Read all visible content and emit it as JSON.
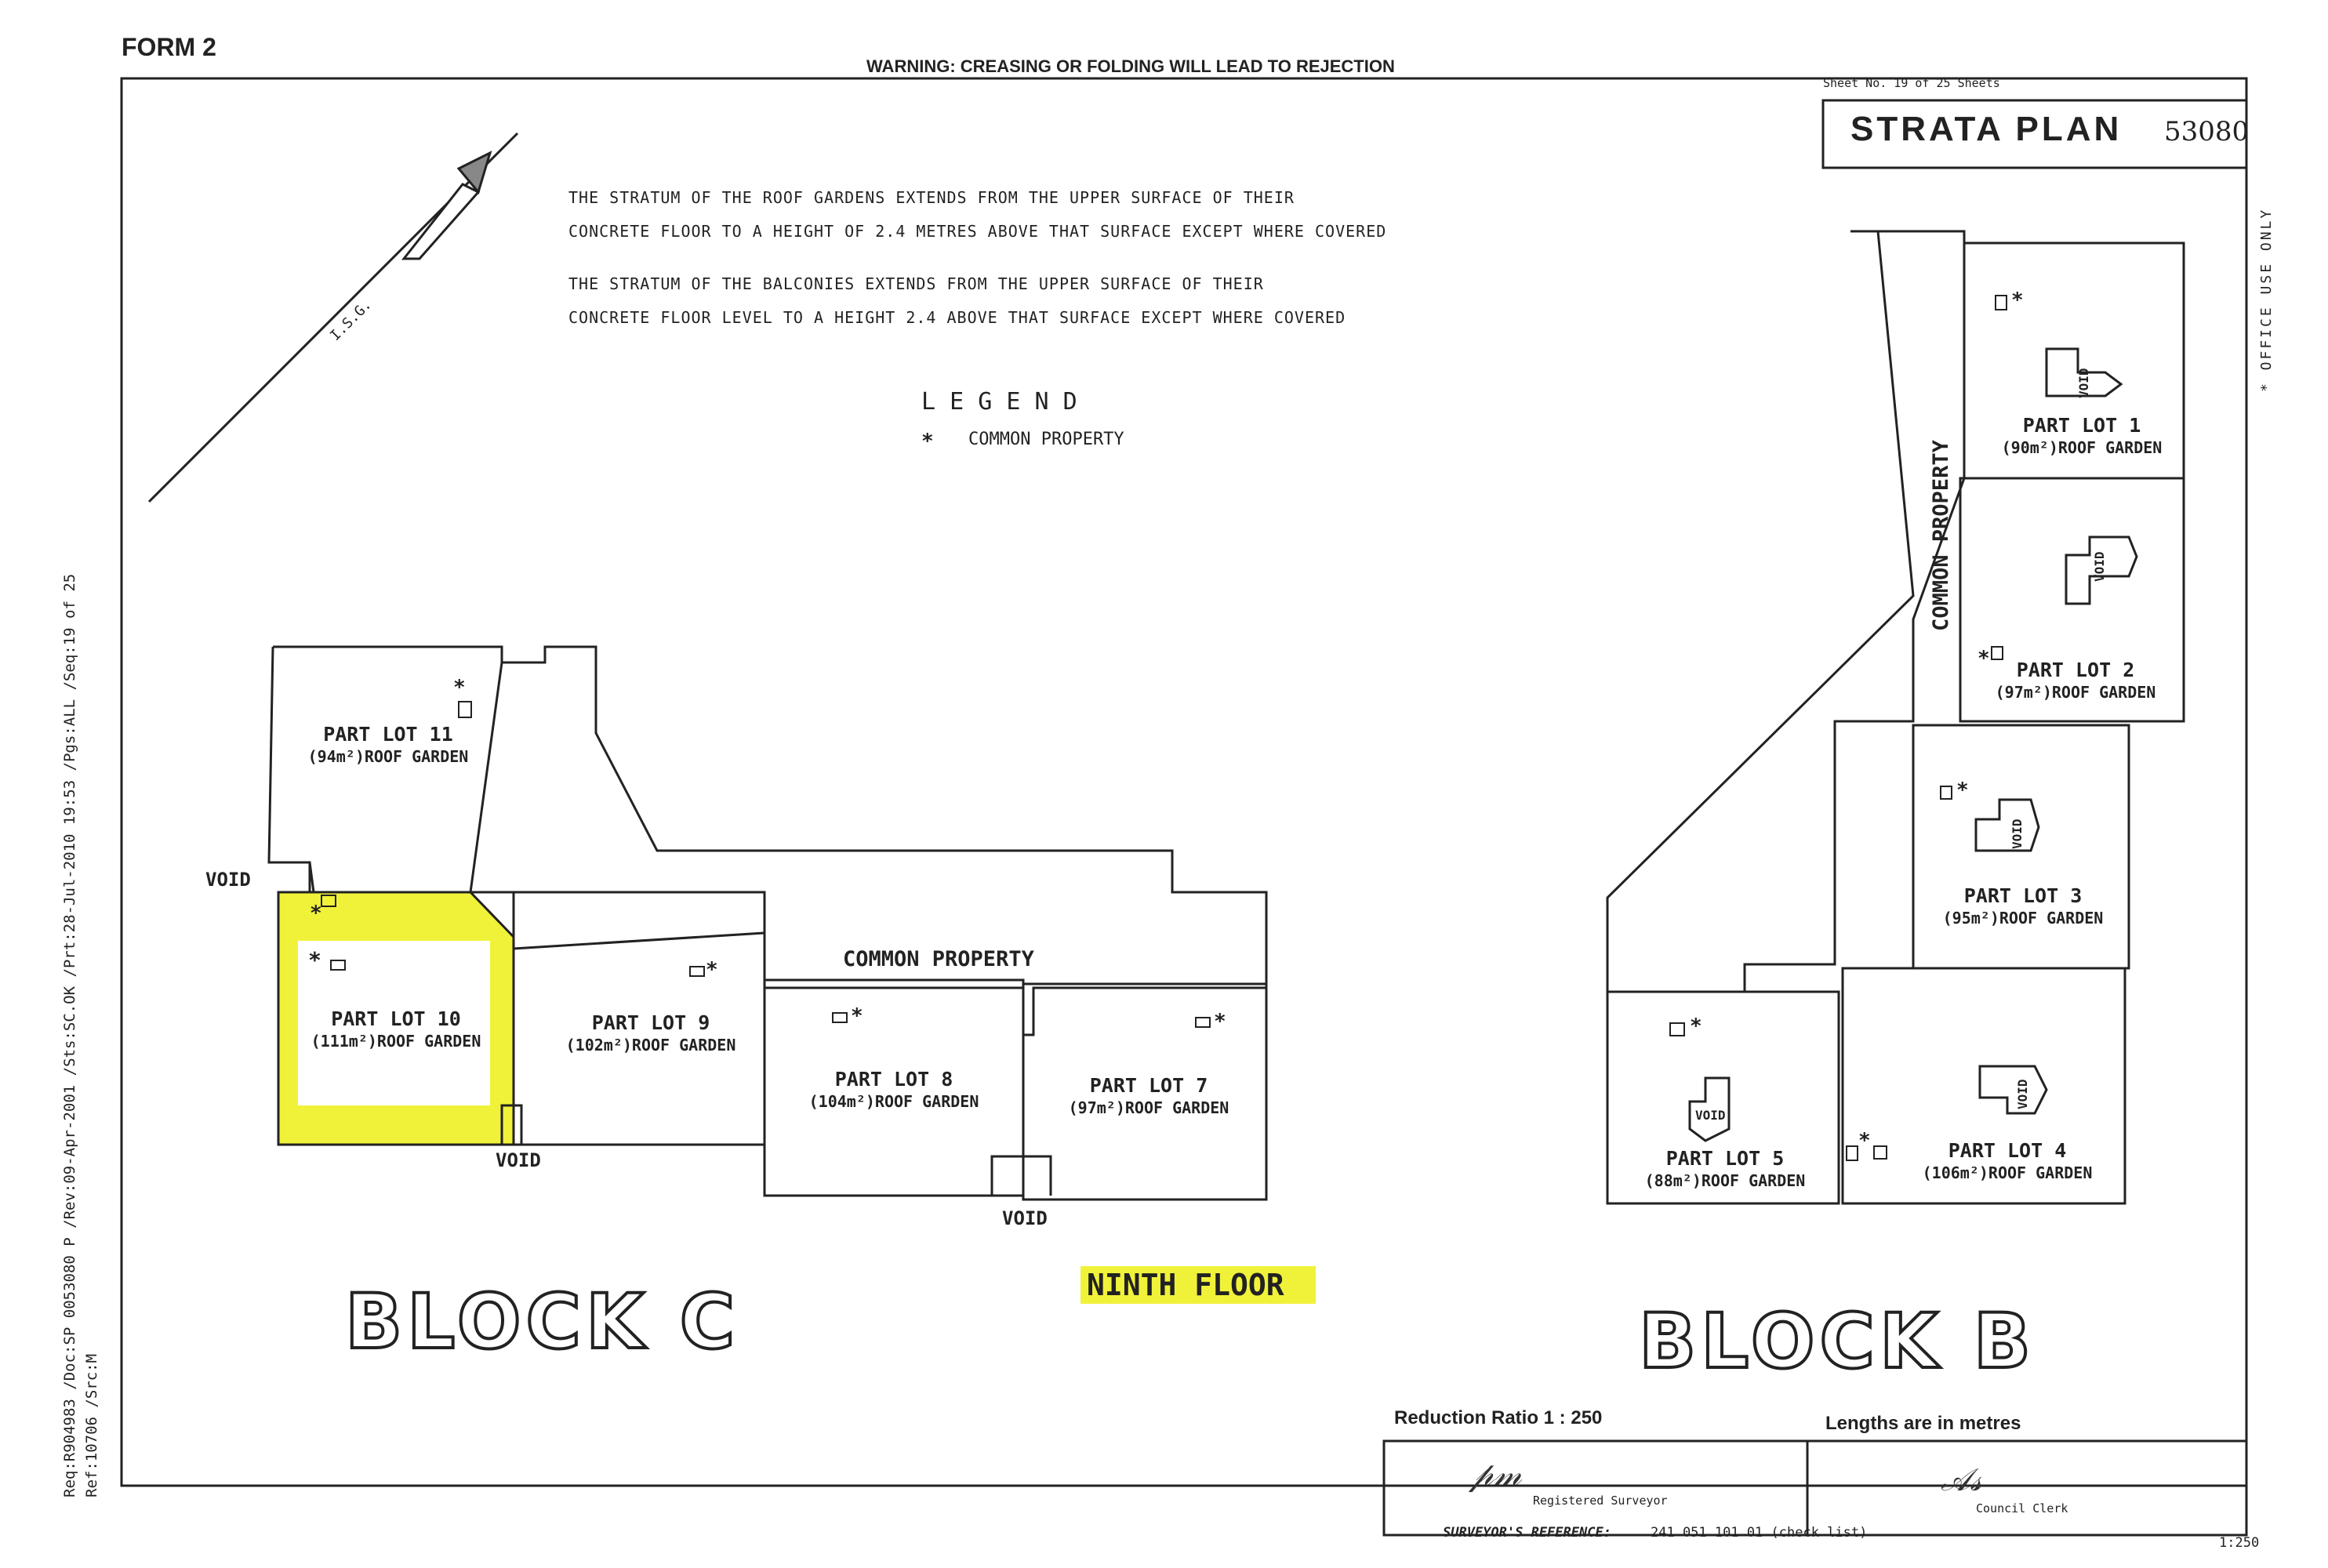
{
  "header": {
    "form": "FORM 2",
    "warning": "WARNING: CREASING OR FOLDING WILL LEAD TO REJECTION",
    "sheet": "Sheet No. 19 of 25 Sheets",
    "plan_title": "STRATA PLAN",
    "plan_number": "53080"
  },
  "side": {
    "left_stamp": "Req:R904983 /Doc:SP 0053080 P /Rev:09-Apr-2001 /Sts:SC.OK /Prt:28-Jul-2010 19:53 /Pgs:ALL /Seq:19 of 25",
    "left_stamp2": "Ref:10706 /Src:M",
    "office_use": "* OFFICE USE ONLY"
  },
  "notes": {
    "roof_line1": "THE STRATUM OF THE ROOF GARDENS EXTENDS FROM THE UPPER SURFACE OF THEIR",
    "roof_line2": "CONCRETE FLOOR TO A HEIGHT OF 2.4 METRES ABOVE THAT SURFACE EXCEPT WHERE COVERED",
    "balc_line1": "THE STRATUM OF THE BALCONIES EXTENDS FROM THE UPPER SURFACE OF THEIR",
    "balc_line2": "CONCRETE FLOOR LEVEL TO A HEIGHT 2.4 ABOVE THAT SURFACE EXCEPT WHERE COVERED"
  },
  "north": {
    "label": "I.S.G."
  },
  "legend": {
    "title": "L E G E N D",
    "symbol": "*",
    "entry": "COMMON PROPERTY"
  },
  "lots": [
    {
      "title": "PART LOT 1",
      "sub": "(90m²)ROOF GARDEN"
    },
    {
      "title": "PART LOT 2",
      "sub": "(97m²)ROOF GARDEN"
    },
    {
      "title": "PART LOT 3",
      "sub": "(95m²)ROOF GARDEN"
    },
    {
      "title": "PART LOT 4",
      "sub": "(106m²)ROOF GARDEN"
    },
    {
      "title": "PART LOT 5",
      "sub": "(88m²)ROOF GARDEN"
    },
    {
      "title": "PART LOT 7",
      "sub": "(97m²)ROOF GARDEN"
    },
    {
      "title": "PART LOT 8",
      "sub": "(104m²)ROOF GARDEN"
    },
    {
      "title": "PART LOT 9",
      "sub": "(102m²)ROOF GARDEN"
    },
    {
      "title": "PART LOT 10",
      "sub": "(111m²)ROOF GARDEN"
    },
    {
      "title": "PART LOT 11",
      "sub": "(94m²)ROOF GARDEN"
    }
  ],
  "labels": {
    "common_c": "COMMON PROPERTY",
    "common_b": "COMMON PROPERTY",
    "void": "VOID",
    "star": "*"
  },
  "blocks": {
    "c": "BLOCK C",
    "b": "BLOCK B"
  },
  "floor": "NINTH    FLOOR",
  "footer": {
    "reduction": "Reduction  Ratio  1 : 250",
    "lengths": "Lengths are in metres",
    "surveyor": "Registered Surveyor",
    "clerk": "Council Clerk",
    "reference": "SURVEYOR'S REFERENCE:",
    "ref_value": "241 051 101 01 (check list)",
    "scale": "1:250"
  },
  "colors": {
    "highlight": "#f0f23a",
    "ink": "#222222"
  }
}
